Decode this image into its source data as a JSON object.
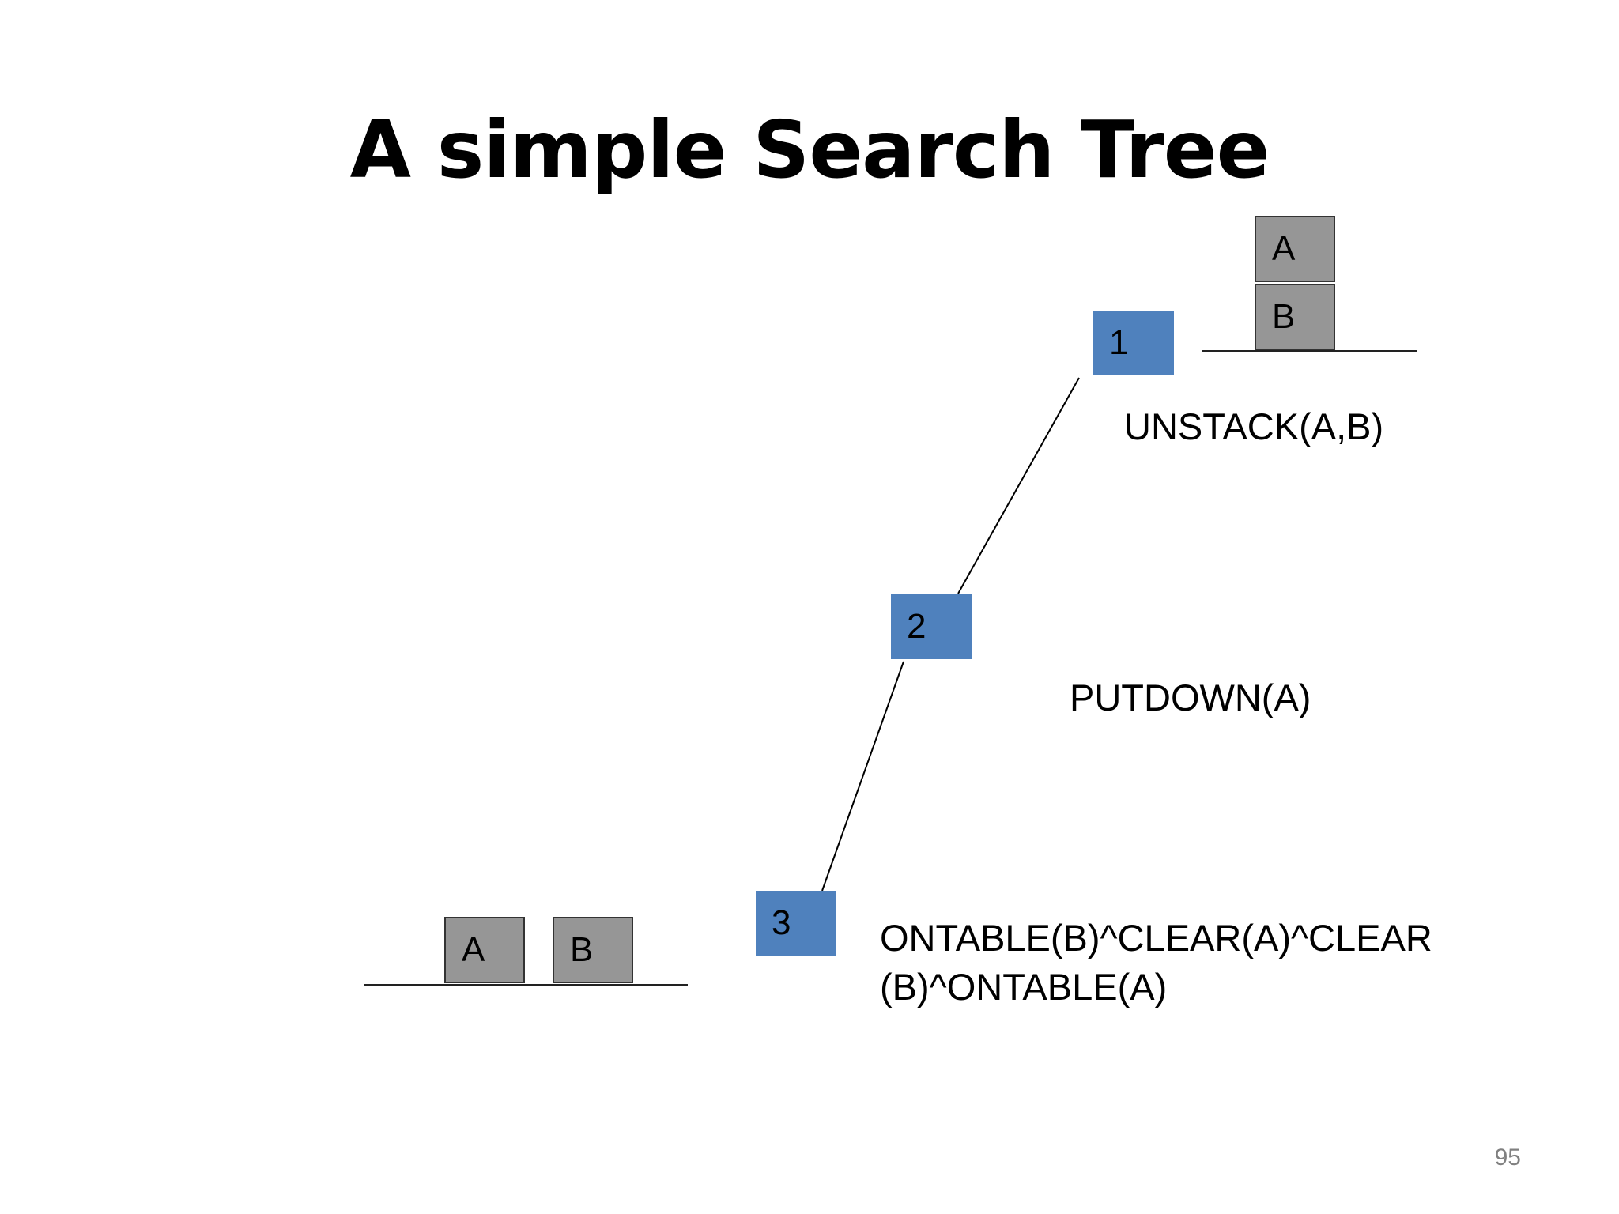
{
  "slide": {
    "title": "A simple Search Tree",
    "page_number": "95"
  },
  "tree": {
    "nodes": [
      {
        "id": "1",
        "label": "1"
      },
      {
        "id": "2",
        "label": "2"
      },
      {
        "id": "3",
        "label": "3"
      }
    ],
    "edges": [
      {
        "from": "1",
        "to": "2",
        "action": "UNSTACK(A,B)"
      },
      {
        "from": "2",
        "to": "3",
        "action": "PUTDOWN(A)"
      }
    ],
    "goal_state": {
      "line1": "ONTABLE(B)^CLEAR(A)^CLEAR",
      "line2": "(B)^ONTABLE(A)"
    }
  },
  "states": {
    "initial": {
      "top_block": "A",
      "bottom_block": "B"
    },
    "final": {
      "left_block": "A",
      "right_block": "B"
    }
  },
  "colors": {
    "node_fill": "#4f81bd",
    "block_fill": "#969696",
    "edge": "#000000",
    "page_number": "#808080"
  }
}
